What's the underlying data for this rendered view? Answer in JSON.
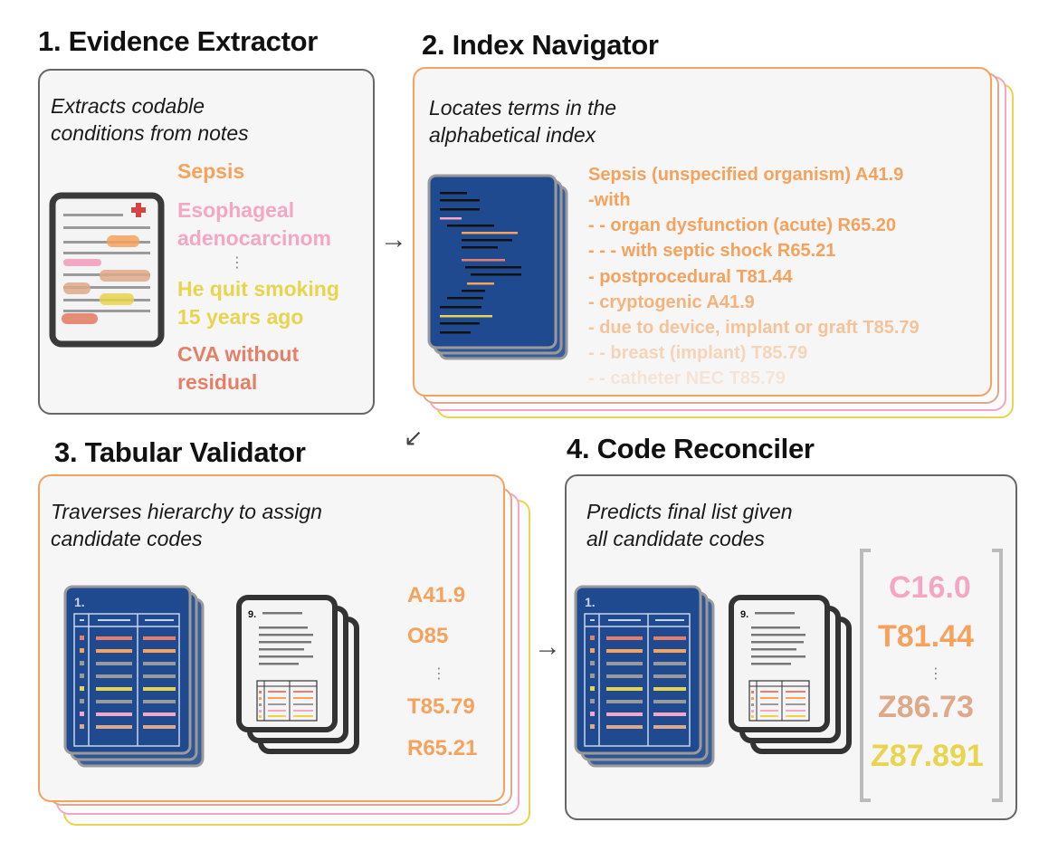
{
  "panels": {
    "p1": {
      "title": "1. Evidence Extractor",
      "desc_line1": "Extracts codable",
      "desc_line2": "conditions from notes",
      "items": [
        {
          "line1": "Sepsis",
          "line2": "",
          "color": "#f5a25d"
        },
        {
          "line1": "Esophageal",
          "line2": "adenocarcinom",
          "color": "#f4a7c4"
        },
        {
          "line1": "He quit smoking",
          "line2": "15 years ago",
          "color": "#e8d44d"
        },
        {
          "line1": "CVA without",
          "line2": "residual",
          "color": "#e57f68"
        }
      ],
      "ellipsis": "⋮"
    },
    "p2": {
      "title": "2. Index Navigator",
      "desc_line1": "Locates terms in the",
      "desc_line2": "alphabetical index",
      "lines": [
        {
          "text": "Sepsis (unspecified organism) A41.9",
          "opacity": 1
        },
        {
          "text": "-with",
          "opacity": 1
        },
        {
          "text": "- - organ dysfunction (acute) R65.20",
          "opacity": 1
        },
        {
          "text": "- - - with septic shock R65.21",
          "opacity": 1
        },
        {
          "text": "- postprocedural T81.44",
          "opacity": 1
        },
        {
          "text": "- cryptogenic A41.9",
          "opacity": 0.8
        },
        {
          "text": "- due to device, implant or graft T85.79",
          "opacity": 0.6
        },
        {
          "text": "- - breast (implant) T85.79",
          "opacity": 0.4
        },
        {
          "text": "- - catheter NEC T85.79",
          "opacity": 0.2
        }
      ]
    },
    "p3": {
      "title": "3. Tabular Validator",
      "desc_line1": "Traverses hierarchy to assign",
      "desc_line2": "candidate codes",
      "codes": [
        "A41.9",
        "O85",
        "T85.79",
        "R65.21"
      ],
      "ellipsis": "⋮",
      "doc_label_1": "1.",
      "doc_label_9": "9."
    },
    "p4": {
      "title": "4. Code Reconciler",
      "desc_line1": "Predicts final list given",
      "desc_line2": "all candidate codes",
      "codes": [
        {
          "code": "C16.0",
          "color": "#f4a7c4"
        },
        {
          "code": "T81.44",
          "color": "#f5a25d"
        },
        {
          "code": "Z86.73",
          "color": "#dea98a"
        },
        {
          "code": "Z87.891",
          "color": "#e8d44d"
        }
      ],
      "ellipsis": "⋮",
      "doc_label_1": "1.",
      "doc_label_9": "9."
    }
  },
  "arrows": {
    "a1": "→",
    "a2": "↙",
    "a3": "→"
  },
  "colors": {
    "orange": "#f5a25d",
    "pink": "#f4a7c4",
    "yellow": "#e8d44d",
    "red": "#e57f68",
    "tan": "#dea98a",
    "navy": "#1f4a8f",
    "gray_border": "#666666"
  }
}
